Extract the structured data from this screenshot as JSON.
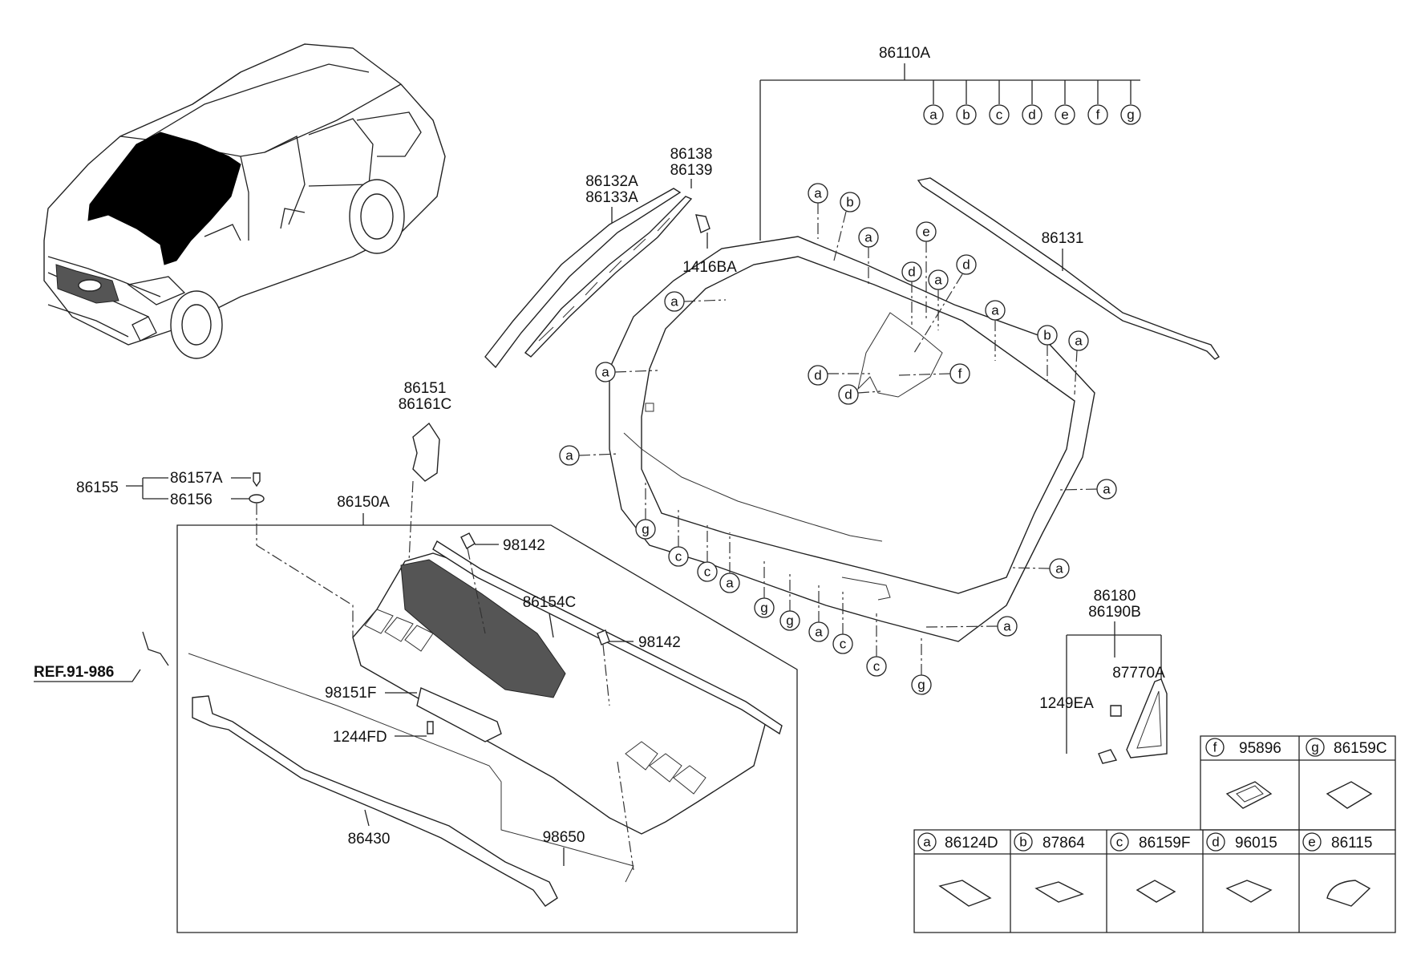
{
  "labels": {
    "p86110A": "86110A",
    "p86138": "86138",
    "p86139": "86139",
    "p86132A": "86132A",
    "p86133A": "86133A",
    "p1416BA": "1416BA",
    "p86131": "86131",
    "p86151": "86151",
    "p86161C": "86161C",
    "p86155": "86155",
    "p86157A": "86157A",
    "p86156": "86156",
    "p86150A": "86150A",
    "p98142a": "98142",
    "p98142b": "98142",
    "p86154C": "86154C",
    "p98151F": "98151F",
    "p1244FD": "1244FD",
    "p86430": "86430",
    "p98650": "98650",
    "ref": "REF.91-986",
    "p86180": "86180",
    "p86190B": "86190B",
    "p87770A": "87770A",
    "p1249EA": "1249EA"
  },
  "callout_letters": [
    "a",
    "b",
    "c",
    "d",
    "e",
    "f",
    "g"
  ],
  "legend": [
    {
      "letter": "a",
      "part": "86124D"
    },
    {
      "letter": "b",
      "part": "87864"
    },
    {
      "letter": "c",
      "part": "86159F"
    },
    {
      "letter": "d",
      "part": "96015"
    },
    {
      "letter": "e",
      "part": "86115"
    },
    {
      "letter": "f",
      "part": "95896"
    },
    {
      "letter": "g",
      "part": "86159C"
    }
  ]
}
